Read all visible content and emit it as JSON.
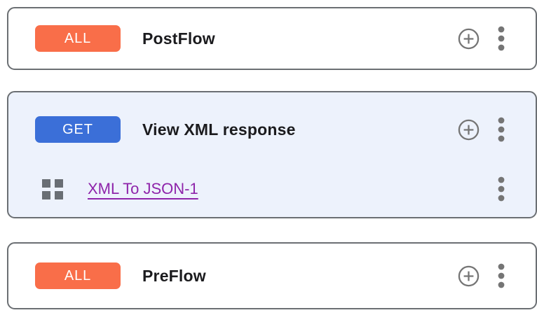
{
  "colors": {
    "all_badge": "#F96E49",
    "get_badge": "#3B6FD8",
    "selected_card_bg": "#EDF2FC",
    "card_border": "#6B6F73",
    "icon_gray": "#757575",
    "drag_icon_gray": "#696E74",
    "link_purple": "#8E24AA",
    "title_color": "#1B1B1E"
  },
  "icons": {
    "add": "plus-circle",
    "menu": "kebab-vertical",
    "drag": "grid-squares"
  },
  "cards": [
    {
      "id": "postflow",
      "badge": "ALL",
      "badge_color": "#F96E49",
      "title": "PostFlow"
    },
    {
      "id": "view-xml-response",
      "badge": "GET",
      "badge_color": "#3B6FD8",
      "title": "View XML response",
      "selected": true,
      "policies": [
        {
          "name": "XML To JSON-1"
        }
      ]
    },
    {
      "id": "preflow",
      "badge": "ALL",
      "badge_color": "#F96E49",
      "title": "PreFlow"
    }
  ]
}
